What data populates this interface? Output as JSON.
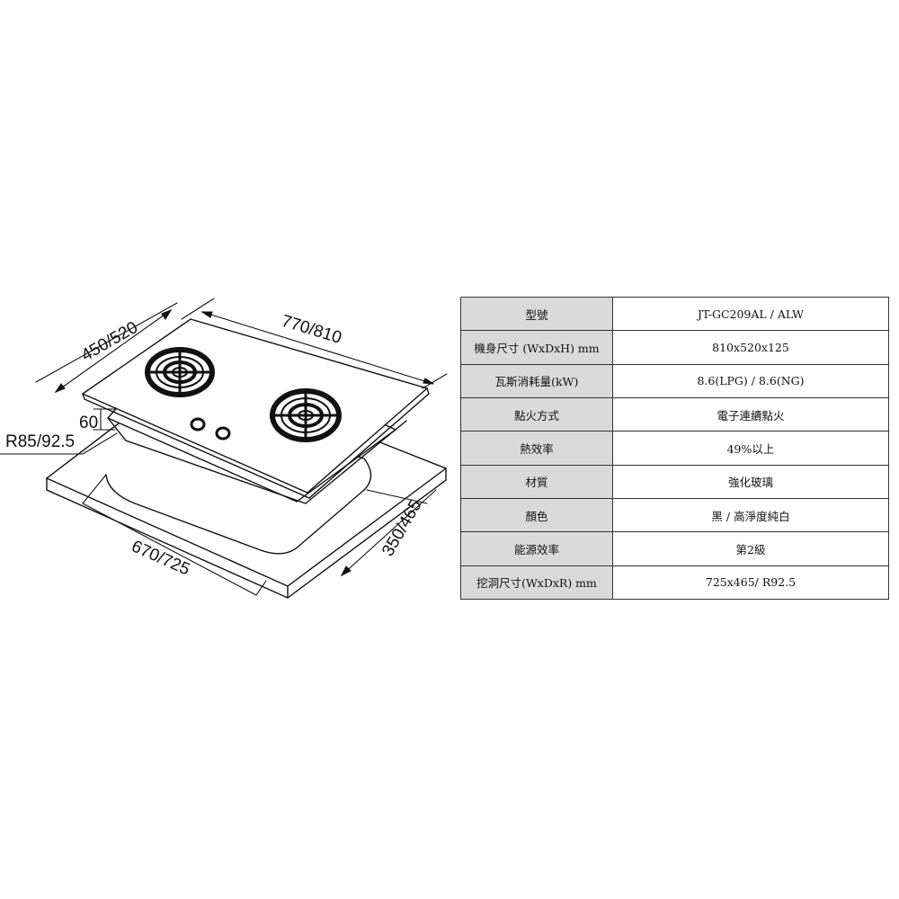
{
  "dimensions": {
    "top_width": "770/810",
    "top_depth": "450/520",
    "cutout_width": "670/725",
    "cutout_depth": "350/465",
    "corner_radius": "R85/92.5",
    "body_height": "60"
  },
  "specs": [
    {
      "label": "型號",
      "value": "JT-GC209AL / ALW"
    },
    {
      "label": "機身尺寸 (WxDxH) mm",
      "value": "810x520x125"
    },
    {
      "label": "瓦斯消耗量(kW)",
      "value": "8.6(LPG) / 8.6(NG)"
    },
    {
      "label": "點火方式",
      "value": "電子連續點火"
    },
    {
      "label": "熱效率",
      "value": "49%以上"
    },
    {
      "label": "材質",
      "value": "強化玻璃"
    },
    {
      "label": "顏色",
      "value": "黑 / 高淨度純白"
    },
    {
      "label": "能源效率",
      "value": "第2級"
    },
    {
      "label": "挖洞尺寸(WxDxR) mm",
      "value": "725x465/ R92.5"
    }
  ]
}
